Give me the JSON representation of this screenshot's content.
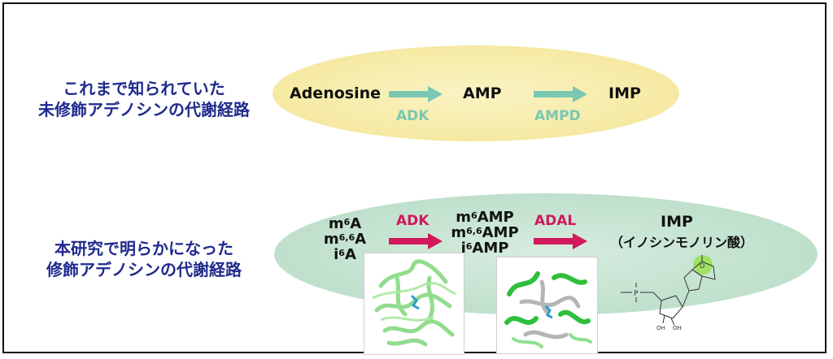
{
  "known_pathway": {
    "title_line1": "これまで知られていた",
    "title_line2": "未修飾アデノシンの代謝経路",
    "substrate": "Adenosine",
    "intermediate": "AMP",
    "product": "IMP",
    "enzyme1": "ADK",
    "enzyme2": "AMPD"
  },
  "new_pathway": {
    "title_line1": "本研究で明らかになった",
    "title_line2": "修飾アデノシンの代謝経路",
    "substrates": {
      "s1_base": "m",
      "s1_sup": "6",
      "s1_tail": "A",
      "s2_base": "m",
      "s2_sup": "6,6",
      "s2_tail": "A",
      "s3_base": "i",
      "s3_sup": "6",
      "s3_tail": "A"
    },
    "intermediates": {
      "i1_base": "m",
      "i1_sup": "6",
      "i1_tail": "AMP",
      "i2_base": "m",
      "i2_sup": "6,6",
      "i2_tail": "AMP",
      "i3_base": "i",
      "i3_sup": "6",
      "i3_tail": "AMP"
    },
    "enzyme1": "ADK",
    "enzyme2": "ADAL",
    "product": "IMP",
    "product_note": "（イノシンモノリン酸）"
  },
  "molecule_labels": {
    "p": "P",
    "oh1": "OH",
    "oh2": "OH",
    "o": "O"
  },
  "colors": {
    "title": "#1f2a8c",
    "enzyme_known": "#7ac7b3",
    "enzyme_new": "#d1195c",
    "oval_known": "#f6eba7",
    "oval_new": "#bfe0cc",
    "highlight": "#9be05a"
  }
}
